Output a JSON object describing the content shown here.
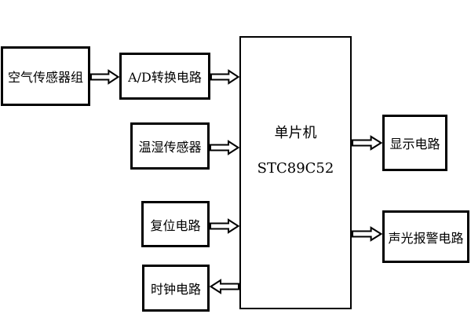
{
  "diagram": {
    "type": "block-diagram",
    "background_color": "#ffffff",
    "line_color": "#000000",
    "blocks": {
      "air_sensor": {
        "label": "空气传感器组"
      },
      "ad_converter": {
        "label": "A/D转换电路"
      },
      "temp_humidity_sensor": {
        "label": "温湿传感器"
      },
      "reset_circuit": {
        "label": "复位电路"
      },
      "clock_circuit": {
        "label": "时钟电路"
      },
      "mcu": {
        "line1": "单片机",
        "line2": "STC89C52"
      },
      "display_circuit": {
        "label": "显示电路"
      },
      "alarm_circuit": {
        "label": "声光报警电路"
      }
    },
    "arrows": [
      {
        "name": "air-sensor-to-ad-converter",
        "direction": "right"
      },
      {
        "name": "ad-converter-to-mcu",
        "direction": "right"
      },
      {
        "name": "temp-humidity-sensor-to-mcu",
        "direction": "right"
      },
      {
        "name": "reset-circuit-to-mcu",
        "direction": "right"
      },
      {
        "name": "mcu-to-clock-circuit",
        "direction": "left"
      },
      {
        "name": "mcu-to-display-circuit",
        "direction": "right"
      },
      {
        "name": "mcu-to-alarm-circuit",
        "direction": "right"
      }
    ]
  }
}
